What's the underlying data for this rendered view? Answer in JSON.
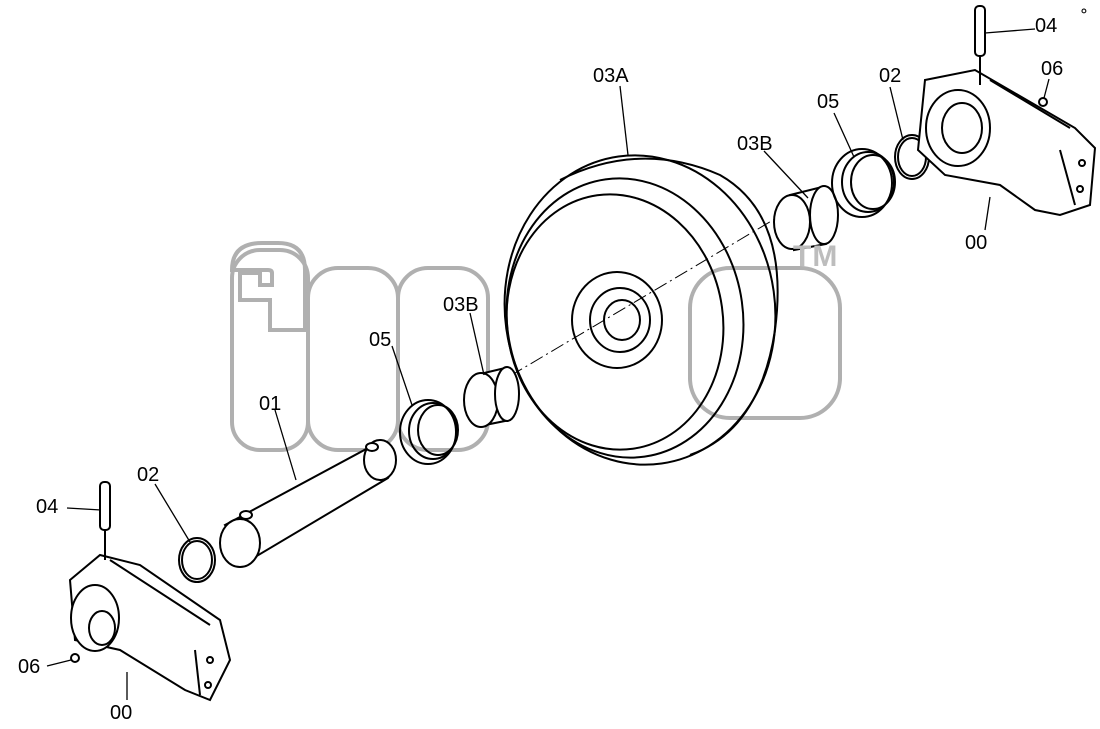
{
  "diagram": {
    "callouts": {
      "wheel": "03A",
      "bushing_right": "03B",
      "bushing_left": "03B",
      "seal_right": "05",
      "seal_left": "05",
      "oring_right": "02",
      "oring_left": "02",
      "shaft": "01",
      "pin_right": "04",
      "pin_left": "04",
      "plug_right": "06",
      "plug_left": "06",
      "support_right": "00",
      "support_left": "00"
    },
    "watermark": {
      "logo_text": "3ип",
      "trademark": "TM"
    },
    "corner_mark": "⚬"
  }
}
